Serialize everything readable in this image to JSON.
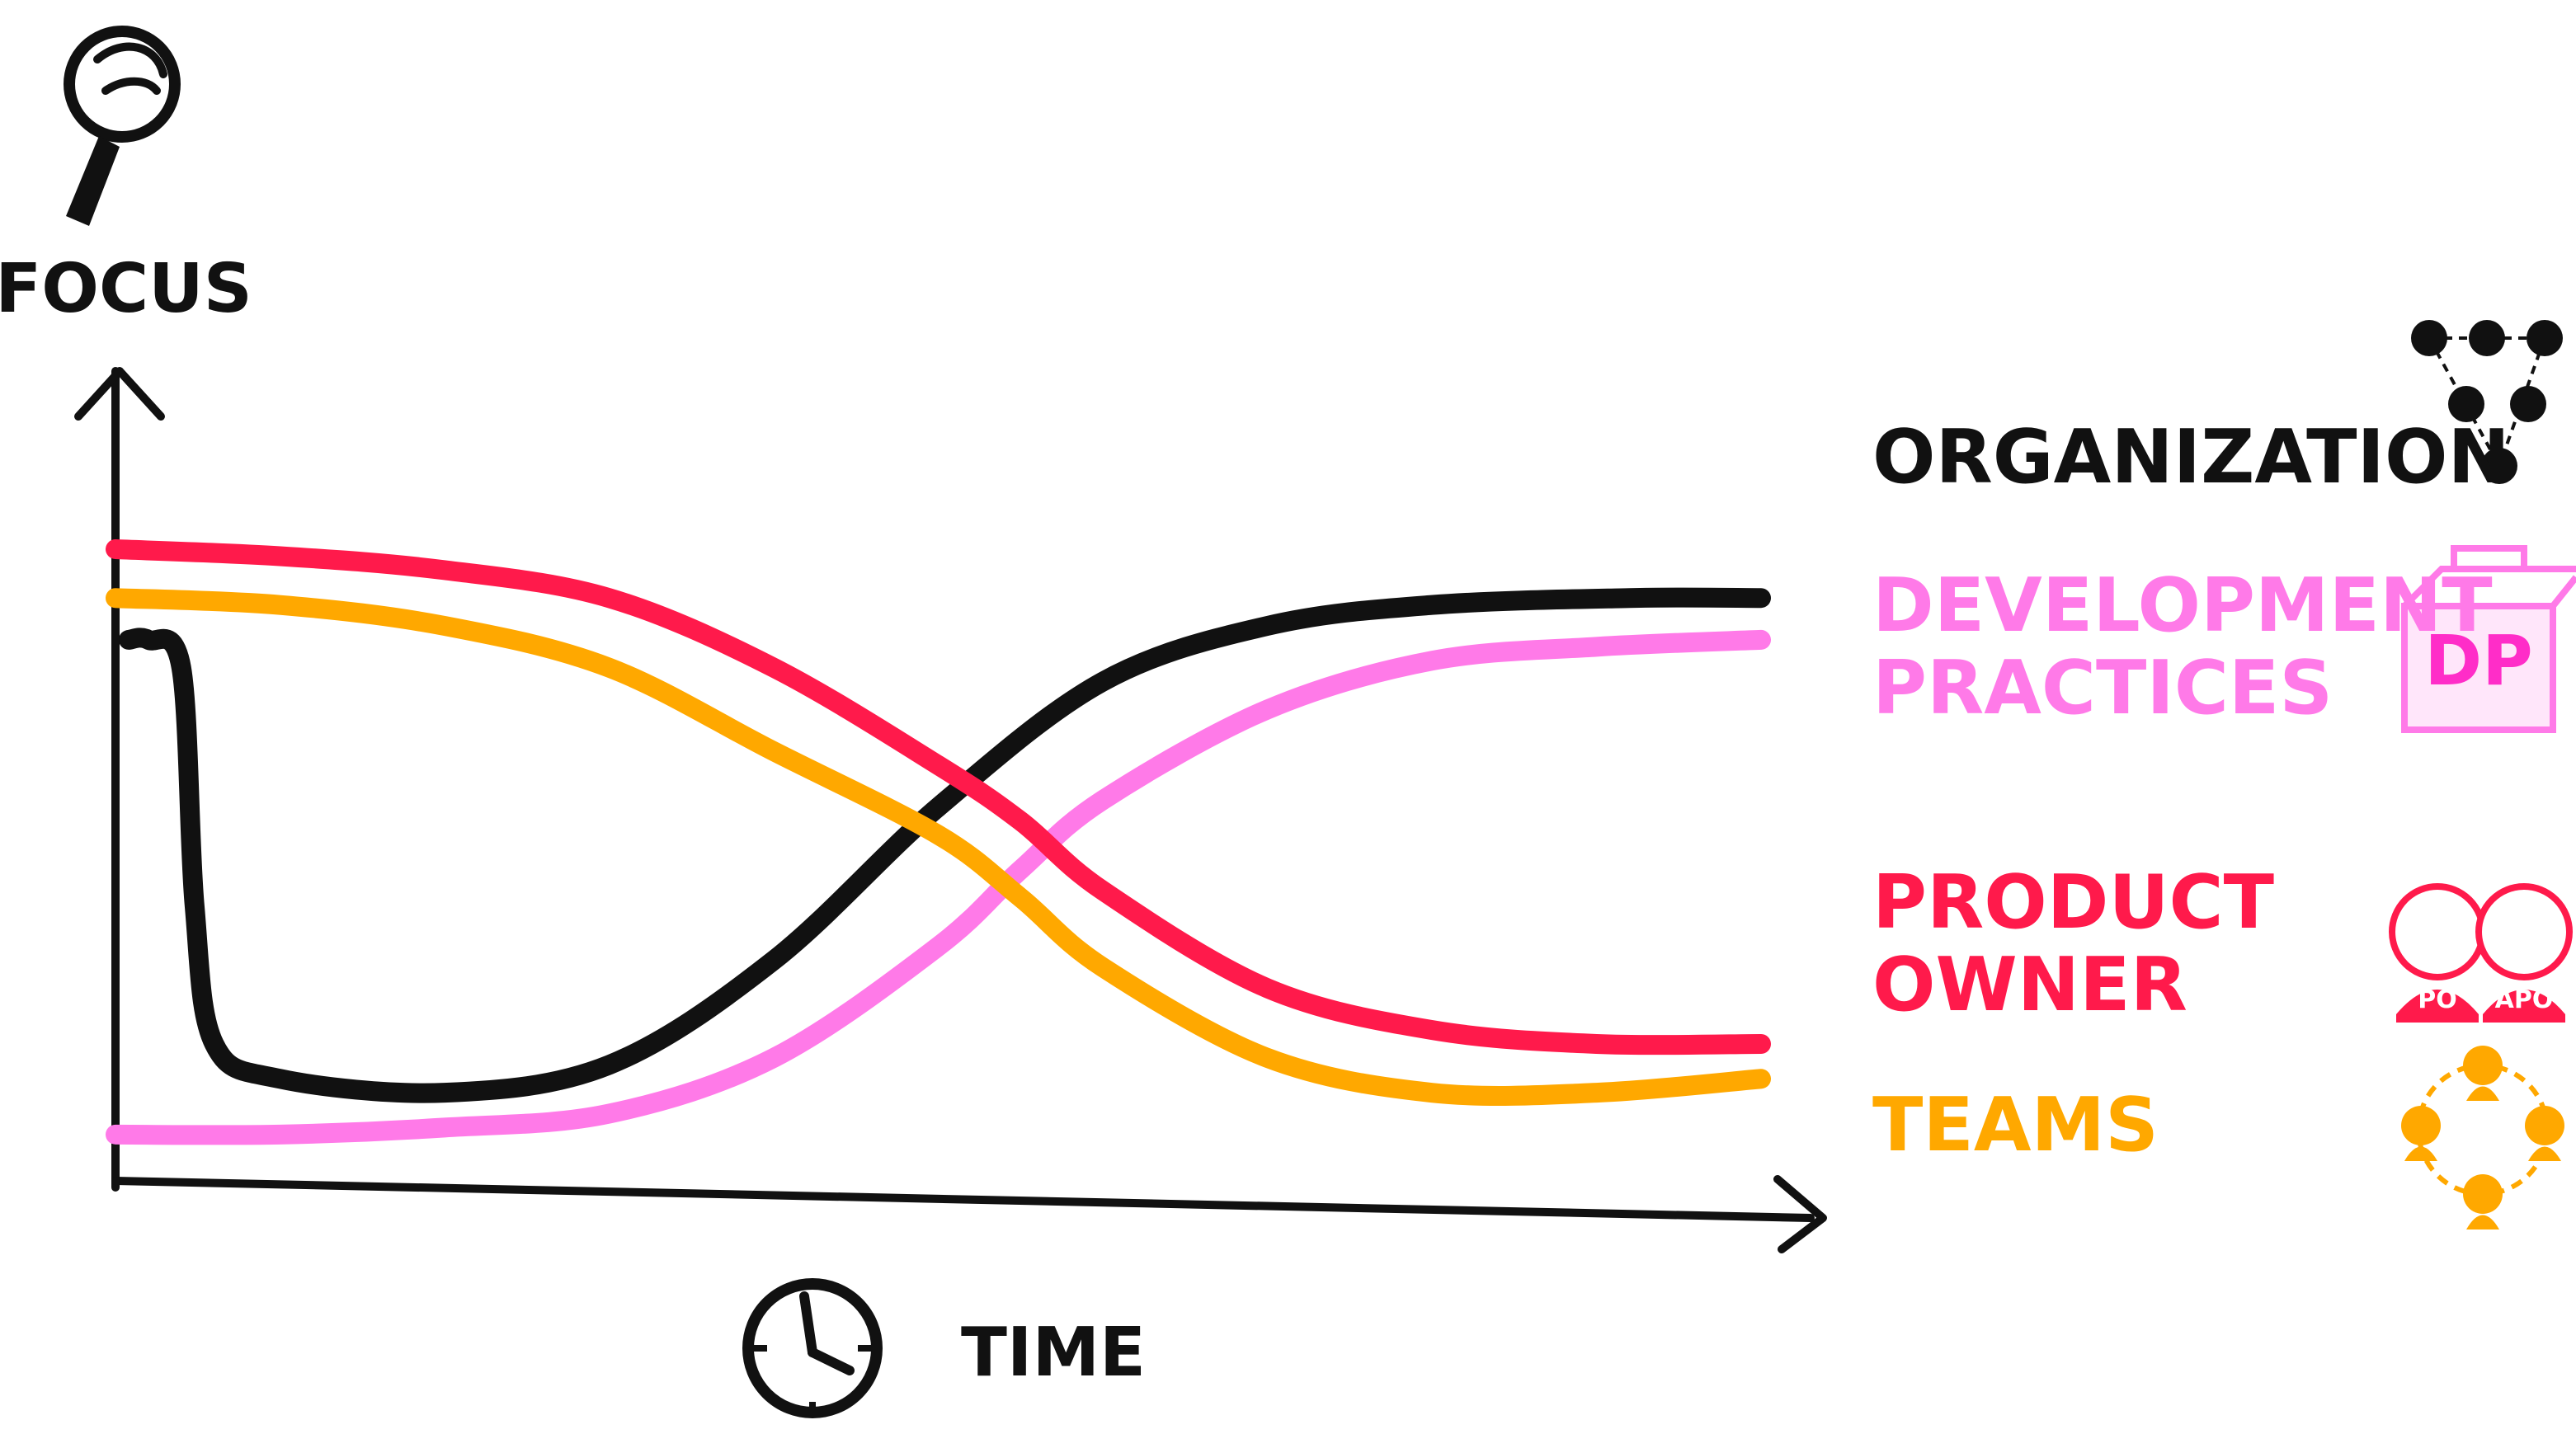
{
  "chart_data": {
    "type": "line",
    "title": "",
    "xlabel": "TIME",
    "ylabel": "FOCUS",
    "xlim": [
      0,
      100
    ],
    "ylim": [
      0,
      100
    ],
    "grid": false,
    "legend_position": "right",
    "series": [
      {
        "name": "ORGANIZATION",
        "color": "#111111",
        "icon": "organization-network-icon",
        "points": [
          [
            0.8,
            78
          ],
          [
            2,
            78
          ],
          [
            4,
            74
          ],
          [
            4.8,
            40
          ],
          [
            6,
            20
          ],
          [
            10,
            15
          ],
          [
            20,
            13
          ],
          [
            30,
            17
          ],
          [
            40,
            32
          ],
          [
            50,
            54
          ],
          [
            60,
            72
          ],
          [
            70,
            80
          ],
          [
            80,
            83
          ],
          [
            92,
            84
          ],
          [
            100,
            84
          ]
        ]
      },
      {
        "name": "DEVELOPMENT PRACTICES",
        "label_lines": [
          "DEVELOPMENT",
          "PRACTICES"
        ],
        "color": "#FF7AE8",
        "icon": "development-practices-box-icon",
        "points": [
          [
            0,
            7
          ],
          [
            10,
            7
          ],
          [
            20,
            8
          ],
          [
            30,
            10
          ],
          [
            40,
            18
          ],
          [
            50,
            34
          ],
          [
            55,
            45
          ],
          [
            60,
            55
          ],
          [
            70,
            68
          ],
          [
            80,
            75
          ],
          [
            90,
            77
          ],
          [
            100,
            78
          ]
        ]
      },
      {
        "name": "PRODUCT OWNER",
        "label_lines": [
          "PRODUCT",
          "OWNER"
        ],
        "color": "#FF1A4B",
        "icon": "product-owner-people-icon",
        "points": [
          [
            0,
            91
          ],
          [
            10,
            90
          ],
          [
            20,
            88
          ],
          [
            30,
            84
          ],
          [
            40,
            74
          ],
          [
            50,
            60
          ],
          [
            55,
            52
          ],
          [
            60,
            42
          ],
          [
            70,
            28
          ],
          [
            80,
            22
          ],
          [
            90,
            20
          ],
          [
            100,
            20
          ]
        ]
      },
      {
        "name": "TEAMS",
        "color": "#FFA800",
        "icon": "teams-circle-icon",
        "points": [
          [
            0,
            84
          ],
          [
            10,
            83
          ],
          [
            20,
            80
          ],
          [
            30,
            74
          ],
          [
            40,
            62
          ],
          [
            50,
            50
          ],
          [
            55,
            41
          ],
          [
            60,
            31
          ],
          [
            70,
            18
          ],
          [
            80,
            13
          ],
          [
            90,
            13
          ],
          [
            100,
            15
          ]
        ]
      }
    ],
    "legend_icons": {
      "development_practices_text": "DP",
      "product_owner_badges": [
        "PO",
        "APO"
      ]
    }
  },
  "icons": {
    "y_axis": "magnifier-icon",
    "x_axis": "clock-icon"
  }
}
